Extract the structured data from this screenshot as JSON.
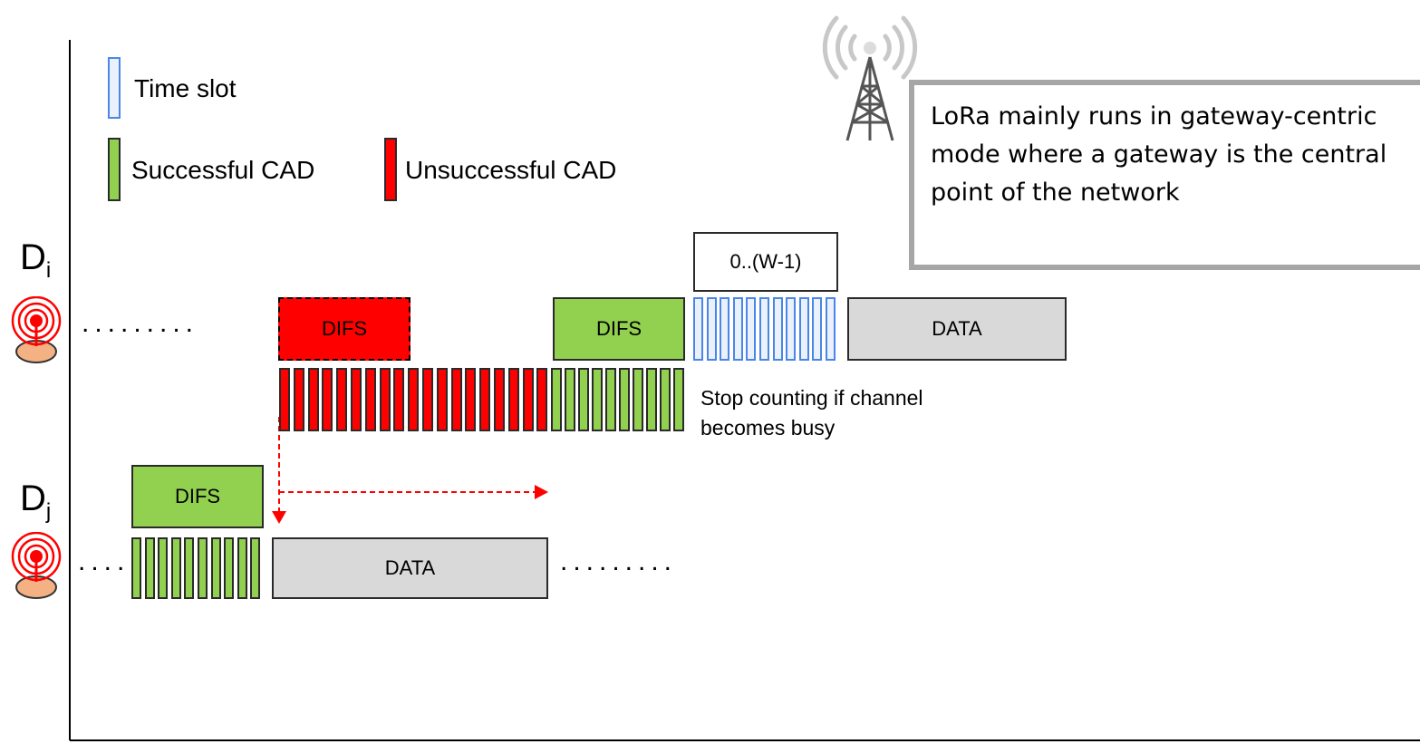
{
  "legend": {
    "time_slot": "Time slot",
    "successful_cad": "Successful CAD",
    "unsuccessful_cad": "Unsuccessful CAD"
  },
  "devices": {
    "di_letter": "D",
    "di_sub": "i",
    "dj_letter": "D",
    "dj_sub": "j"
  },
  "blocks": {
    "difs_unsuccessful": "DIFS",
    "difs_success_i": "DIFS",
    "window": "0..(W-1)",
    "data_i": "DATA",
    "difs_j": "DIFS",
    "data_j": "DATA"
  },
  "annotation": "Stop counting if channel becomes busy",
  "note": "LoRa mainly runs in gateway-centric mode where a gateway is the central point of the network",
  "dots": {
    "di_left": ".........",
    "dj_left": "....",
    "dj_right": "........."
  },
  "colors": {
    "success": "#92d050",
    "fail": "#ff0000",
    "slot_border": "#4a86e8",
    "data": "#d9d9d9",
    "note_border": "#a6a6a6"
  },
  "icons": [
    "antenna-tower-icon",
    "device-radio-icon"
  ]
}
